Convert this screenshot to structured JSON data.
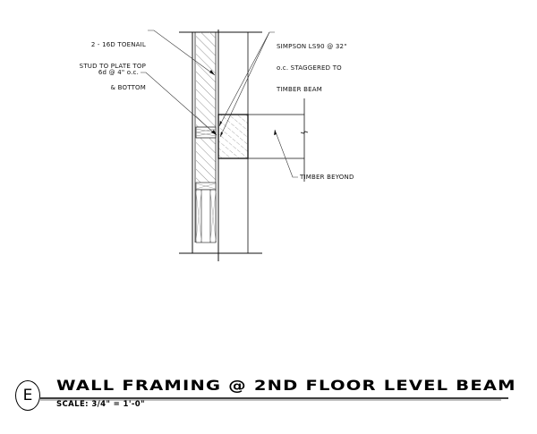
{
  "drawing": {
    "notes": {
      "toenail": {
        "line1": "2 - 16d TOENAIL",
        "line2": "STUD TO PLATE TOP",
        "line3": "& BOTTOM"
      },
      "nailing": "6d @ 4\" o.c.",
      "simpson": {
        "line1": "SIMPSON LS90 @ 32\"",
        "line2": "o.c. STAGGERED TO",
        "line3": "TIMBER BEAM"
      },
      "timber_beyond": "TIMBER BEYOND"
    },
    "title_block": {
      "detail_tag": "E",
      "title": "WALL FRAMING @ 2ND FLOOR LEVEL BEAM",
      "scale": "SCALE:  3/4\" = 1'-0\""
    },
    "colors": {
      "line": "#111111",
      "hatch": "#777777",
      "background": "#ffffff"
    }
  }
}
